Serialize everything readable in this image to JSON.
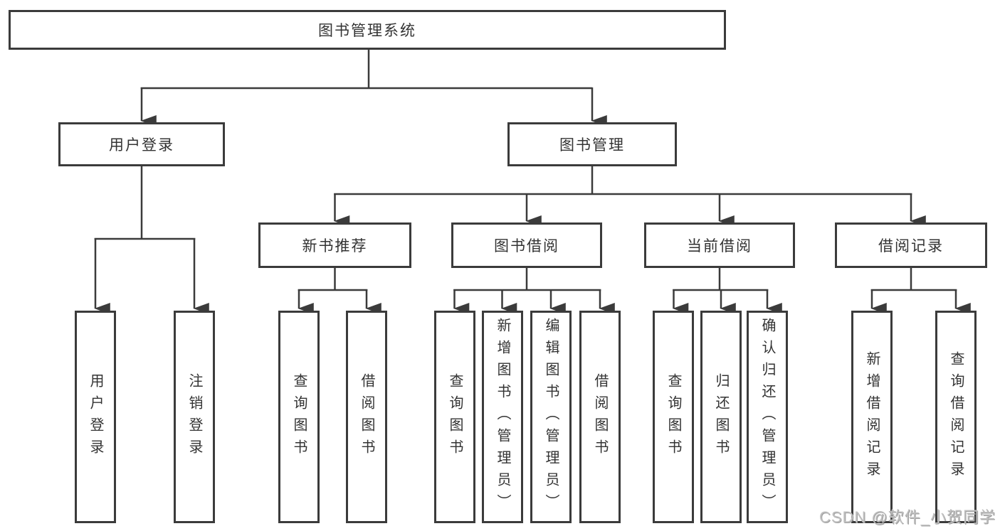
{
  "root": {
    "label": "图书管理系统"
  },
  "level2": [
    {
      "label": "用户登录",
      "children": [
        "用户登录",
        "注销登录"
      ]
    },
    {
      "label": "图书管理",
      "children": [
        "新书推荐",
        "图书借阅",
        "当前借阅",
        "借阅记录"
      ]
    }
  ],
  "level3": [
    {
      "label": "新书推荐",
      "parent": "图书管理",
      "children": [
        "查询图书",
        "借阅图书"
      ]
    },
    {
      "label": "图书借阅",
      "parent": "图书管理",
      "children": [
        "查询图书",
        "新增图书（管理员）",
        "编辑图书（管理员）",
        "借阅图书"
      ]
    },
    {
      "label": "当前借阅",
      "parent": "图书管理",
      "children": [
        "查询图书",
        "归还图书",
        "确认归还（管理员）"
      ]
    },
    {
      "label": "借阅记录",
      "parent": "图书管理",
      "children": [
        "新增借阅记录",
        "查询借阅记录"
      ]
    }
  ],
  "leaves": [
    {
      "label": "用户登录",
      "parent": "用户登录"
    },
    {
      "label": "注销登录",
      "parent": "用户登录"
    },
    {
      "label": "查询图书",
      "parent": "新书推荐"
    },
    {
      "label": "借阅图书",
      "parent": "新书推荐"
    },
    {
      "label": "查询图书",
      "parent": "图书借阅"
    },
    {
      "label": "新增图书（管理员）",
      "parent": "图书借阅"
    },
    {
      "label": "编辑图书（管理员）",
      "parent": "图书借阅"
    },
    {
      "label": "借阅图书",
      "parent": "图书借阅"
    },
    {
      "label": "查询图书",
      "parent": "当前借阅"
    },
    {
      "label": "归还图书",
      "parent": "当前借阅"
    },
    {
      "label": "确认归还（管理员）",
      "parent": "当前借阅"
    },
    {
      "label": "新增借阅记录",
      "parent": "借阅记录"
    },
    {
      "label": "查询借阅记录",
      "parent": "借阅记录"
    }
  ],
  "watermark": {
    "text": "CSDN @软件_小贺同学",
    "color": "#bfbfbf"
  },
  "colors": {
    "line": "#3b3b3b",
    "box_border": "#3b3b3b",
    "box_background": "#ffffff",
    "text": "#333333",
    "page_background": "#ffffff"
  }
}
